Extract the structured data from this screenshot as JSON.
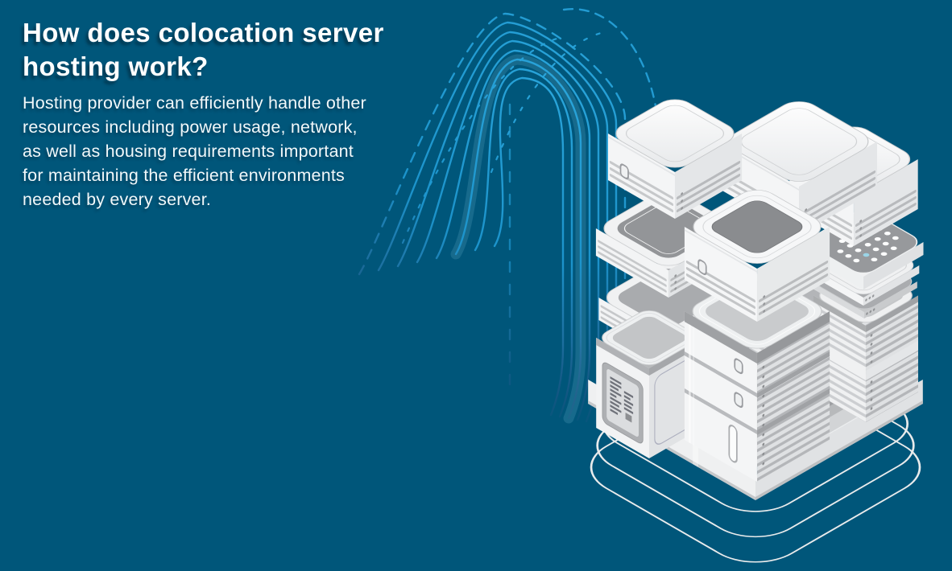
{
  "page": {
    "background": "#00567a",
    "kind": "infographic-hero"
  },
  "content": {
    "heading": "How does colocation server\nhosting work?",
    "body": "Hosting provider can efficiently handle other\nresources including power usage, network,\nas well as housing requirements important\nfor maintaining the efficient environments\nneeded by every server."
  },
  "illustration": {
    "name": "colocation-server-stack",
    "elements": [
      "network-arc-lines",
      "server-cubes",
      "server-towers",
      "platform",
      "outline-rings",
      "perforated-plate",
      "status-screen"
    ],
    "colors": {
      "accent_arc": "#1b9cd8",
      "accent_dot": "#9bd4e6",
      "server_body": "#f3f4f5",
      "server_shade": "#c9cbcd",
      "server_dark": "#8a8c8f",
      "platform": "#d2d4d6",
      "outline_ring": "#e9ebec"
    }
  }
}
